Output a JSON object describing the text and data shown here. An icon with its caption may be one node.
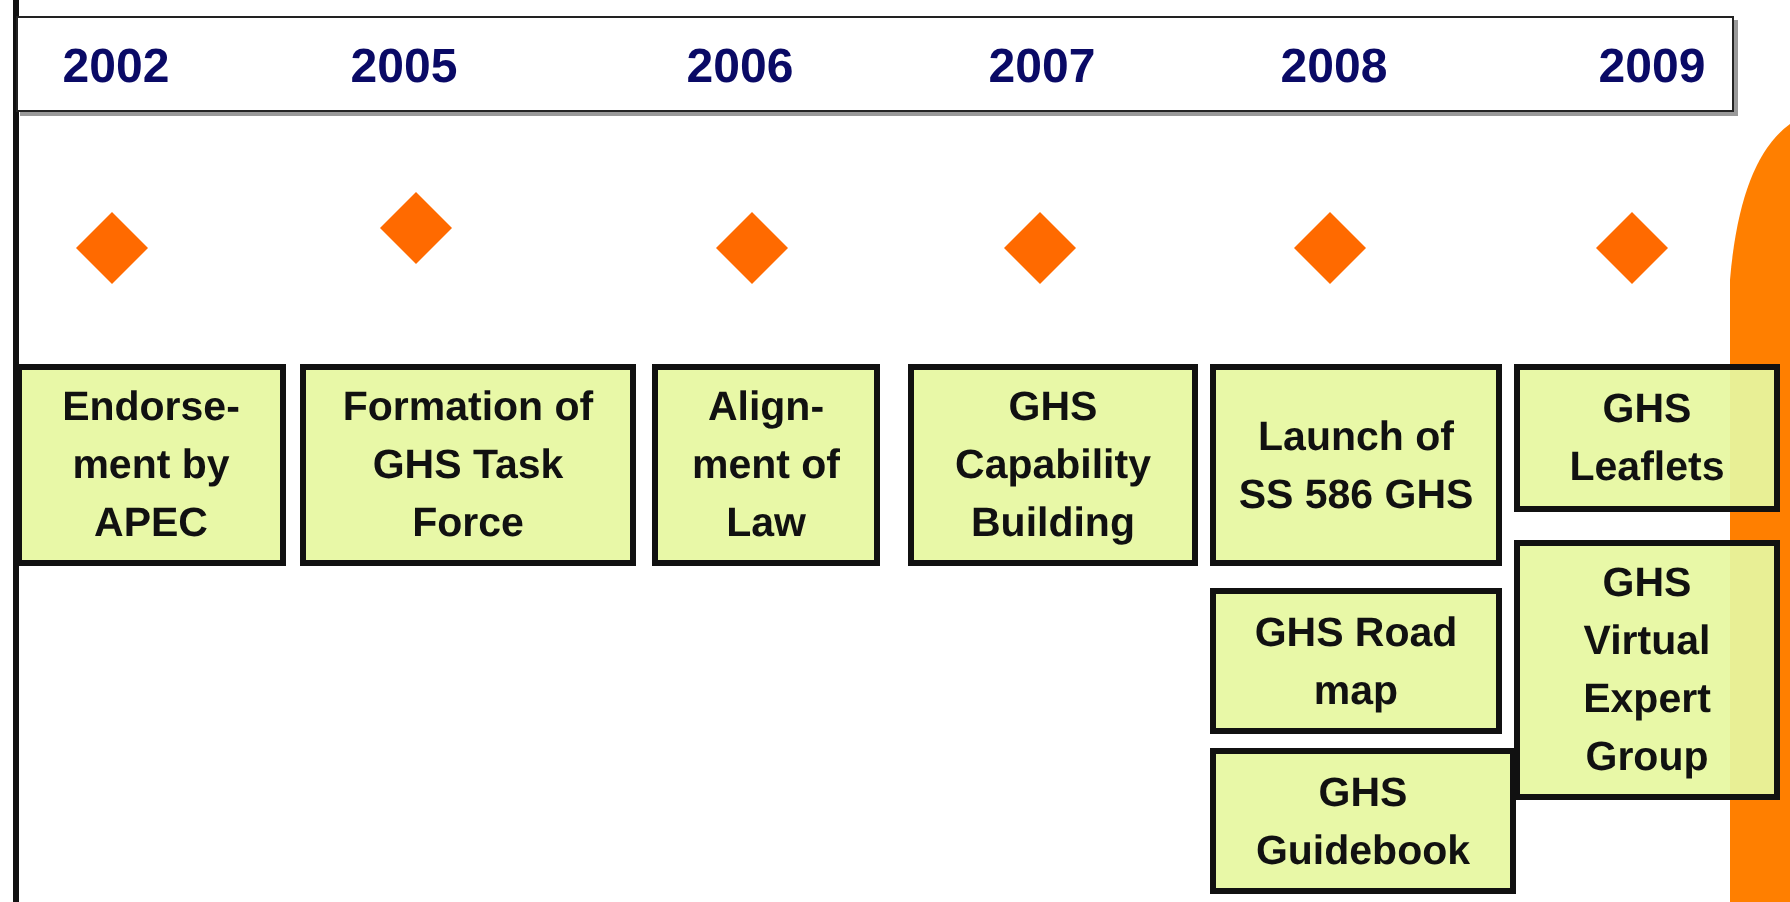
{
  "diagram": {
    "nodes": [
      {
        "text": [
          "Endorse- ment by APEC"
        ]
      },
      {
        "text": [
          "Formation of GHS Task Force"
        ]
      },
      {
        "text": [
          "Align- ment of Law"
        ]
      },
      {
        "text": [
          "GHS Capability Building"
        ]
      },
      {
        "text": [
          "Launch of SS 586 GHS"
        ]
      },
      {
        "text": [
          "GHS Leaflets"
        ]
      },
      {
        "text": [
          "GHS Road map"
        ]
      },
      {
        "text": [
          "GHS Virtual Expert Group"
        ]
      },
      {
        "text": [
          "GHS Guidebook"
        ]
      },
      {
        "text": [],
        "shape": "diamond"
      },
      {
        "text": [],
        "shape": "diamond"
      },
      {
        "text": [],
        "shape": "diamond"
      },
      {
        "text": [],
        "shape": "diamond"
      },
      {
        "text": [],
        "shape": "diamond"
      },
      {
        "text": [],
        "shape": "diamond"
      }
    ],
    "labels": [
      "2002",
      "2005",
      "2006",
      "2007",
      "2008",
      "2009"
    ]
  }
}
